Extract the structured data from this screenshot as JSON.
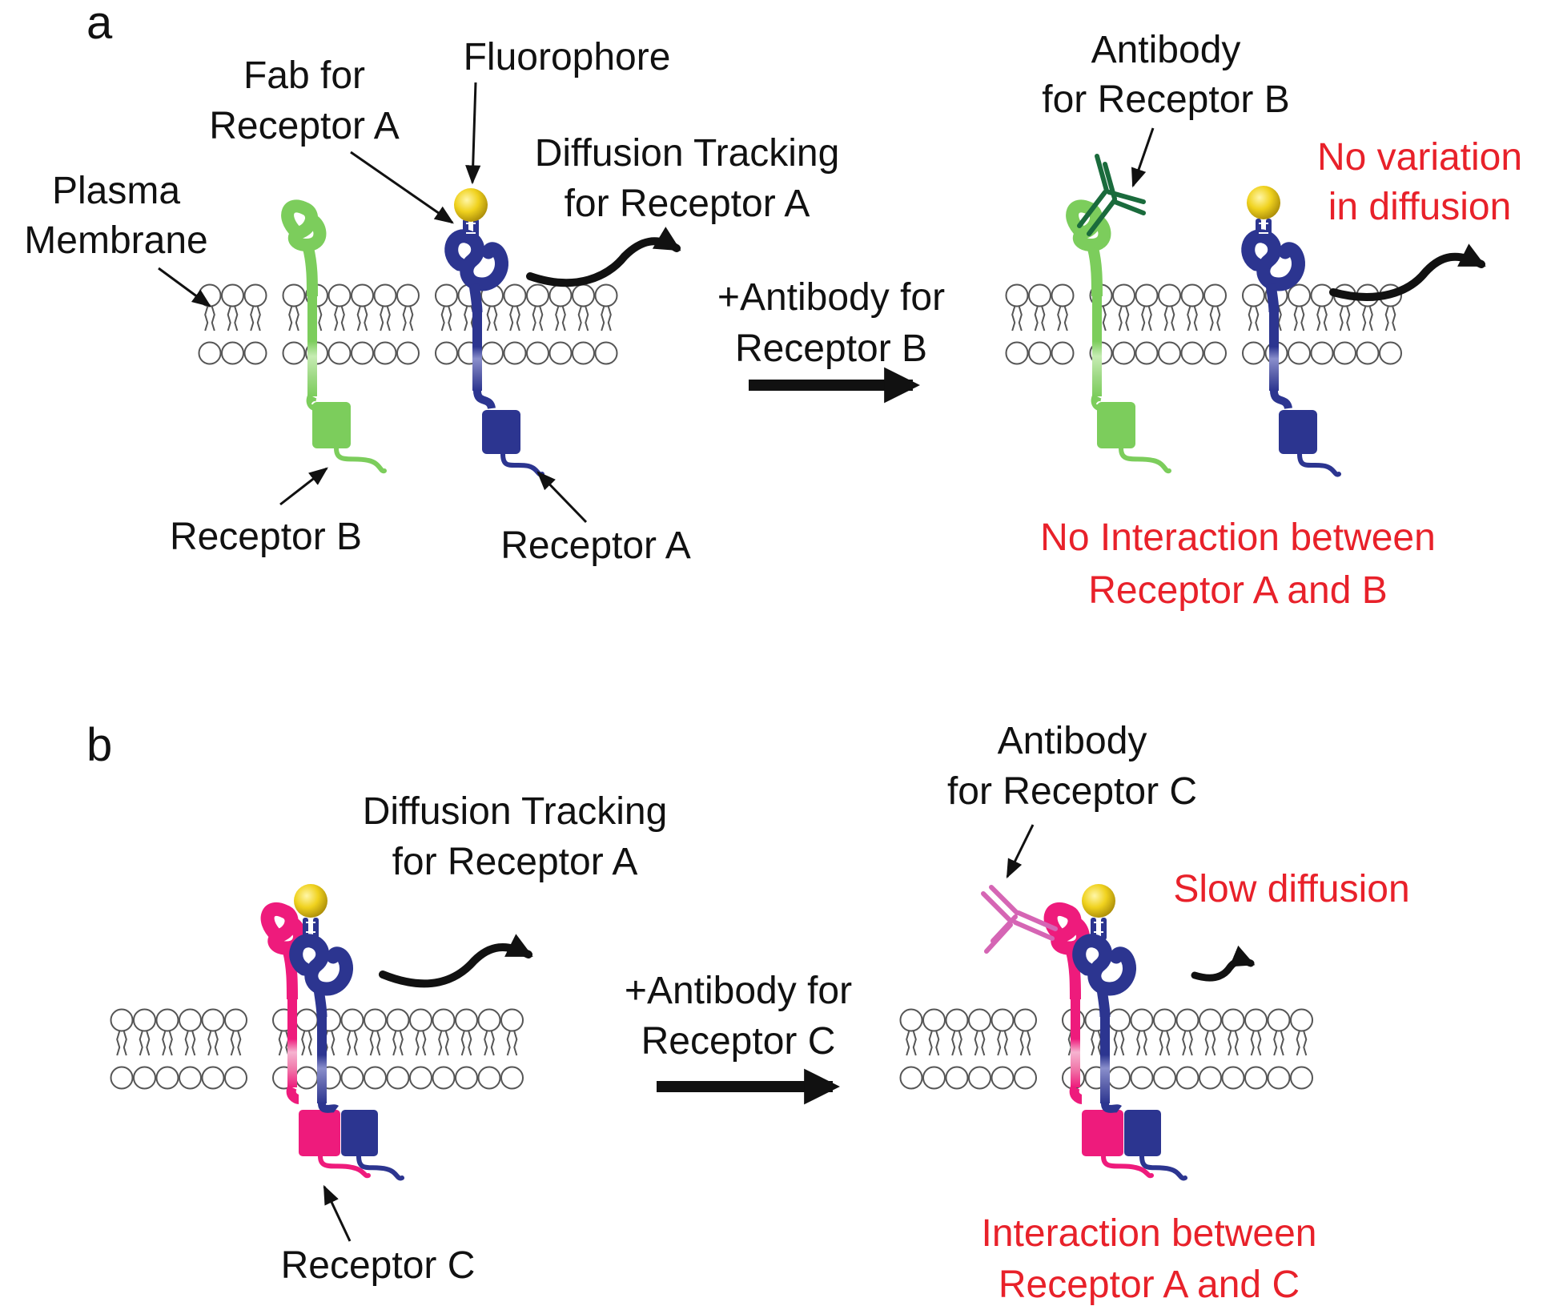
{
  "colors": {
    "black": "#111111",
    "red": "#e8212a",
    "receptor_a": "#2c3590",
    "receptor_a_light": "#7a7fc0",
    "receptor_b": "#7ccd5c",
    "receptor_b_light": "#b8e6a0",
    "receptor_c": "#ee1b7c",
    "receptor_c_light": "#f4a3c5",
    "antibody_b": "#1a6b3c",
    "antibody_c": "#d565b4",
    "fluorophore": "#e8c81a",
    "lipid_fill": "#ffffff",
    "lipid_stroke": "#555555"
  },
  "panel_a": {
    "label": "a",
    "fab_label": [
      "Fab for",
      "Receptor A"
    ],
    "fluorophore_label": "Fluorophore",
    "membrane_label": [
      "Plasma",
      "Membrane"
    ],
    "tracking_label": [
      "Diffusion Tracking",
      "for Receptor A"
    ],
    "treatment_label": [
      "+Antibody for",
      "Receptor B"
    ],
    "antibody_label": [
      "Antibody",
      "for Receptor B"
    ],
    "effect_label": [
      "No variation",
      "in diffusion"
    ],
    "receptor_b_label": "Receptor B",
    "receptor_a_label": "Receptor A",
    "conclusion": [
      "No Interaction between",
      "Receptor A and B"
    ]
  },
  "panel_b": {
    "label": "b",
    "tracking_label": [
      "Diffusion Tracking",
      "for Receptor A"
    ],
    "treatment_label": [
      "+Antibody for",
      "Receptor C"
    ],
    "antibody_label": [
      "Antibody",
      "for Receptor C"
    ],
    "effect_label": "Slow diffusion",
    "receptor_c_label": "Receptor C",
    "conclusion": [
      "Interaction between",
      "Receptor A and C"
    ]
  }
}
